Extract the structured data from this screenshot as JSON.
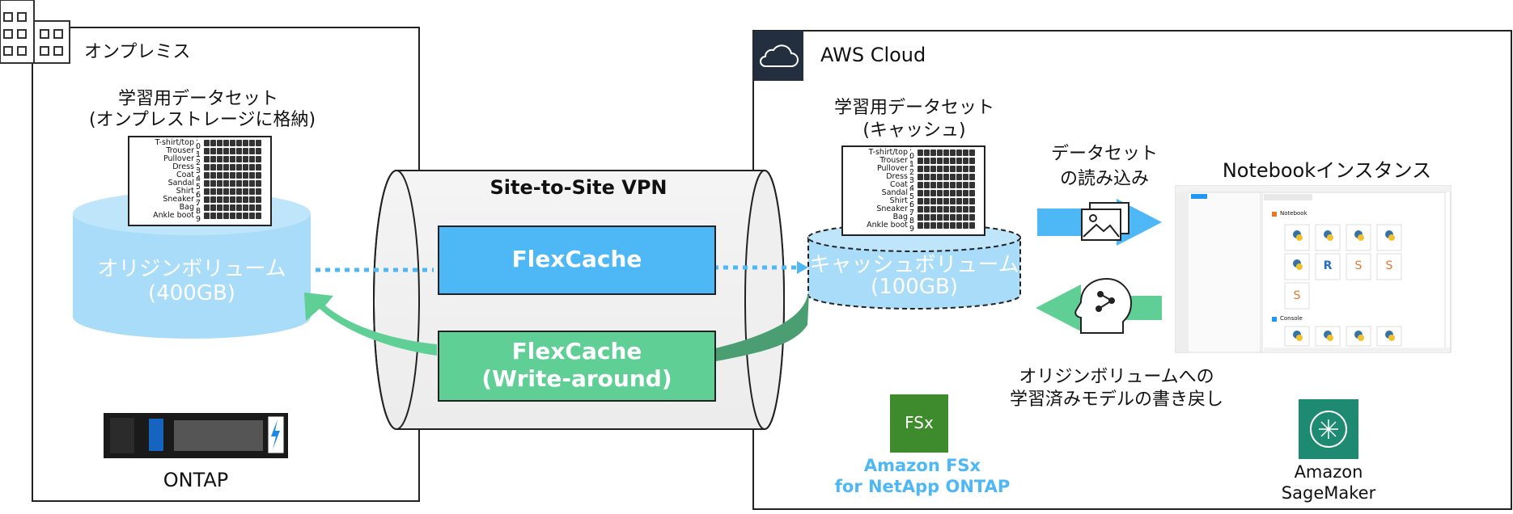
{
  "onprem": {
    "title": "オンプレミス",
    "dataset_caption_line1": "学習用データセット",
    "dataset_caption_line2": "(オンプレストレージに格納)",
    "volume_line1": "オリジンボリューム",
    "volume_line2": "(400GB)",
    "device_label": "ONTAP"
  },
  "dataset_rows": [
    {
      "name": "T-shirt/top",
      "idx": ": 0"
    },
    {
      "name": "Trouser",
      "idx": ": 1"
    },
    {
      "name": "Pullover",
      "idx": ": 2"
    },
    {
      "name": "Dress",
      "idx": ": 3"
    },
    {
      "name": "Coat",
      "idx": ": 4"
    },
    {
      "name": "Sandal",
      "idx": ": 5"
    },
    {
      "name": "Shirt",
      "idx": ": 6"
    },
    {
      "name": "Sneaker",
      "idx": ": 7"
    },
    {
      "name": "Bag",
      "idx": ": 8"
    },
    {
      "name": "Ankle boot",
      "idx": ": 9"
    }
  ],
  "vpn": {
    "title": "Site-to-Site VPN",
    "flexcache": "FlexCache",
    "writearound_line1": "FlexCache",
    "writearound_line2": "(Write-around)"
  },
  "aws": {
    "title": "AWS Cloud",
    "dataset_caption_line1": "学習用データセット",
    "dataset_caption_line2": "(キャッシュ)",
    "volume_line1": "キャッシュボリューム",
    "volume_line2": "(100GB)",
    "read_line1": "データセット",
    "read_line2": "の読み込み",
    "notebook_title": "Notebookインスタンス",
    "writeback_line1": "オリジンボリュームへの",
    "writeback_line2": "学習済みモデルの書き戻し",
    "fsx_line1": "Amazon FSx",
    "fsx_line2": "for NetApp ONTAP",
    "fsx_icon_text": "FSx",
    "sagemaker_line1": "Amazon",
    "sagemaker_line2": "SageMaker"
  },
  "notebook": {
    "section_notebook": "Notebook",
    "section_console": "Console"
  },
  "colors": {
    "volume_fill": "#a9dcf8",
    "flexcache": "#4db8f5",
    "writearound": "#5fcf95",
    "dark_green": "#4a9e72",
    "fsx_icon": "#3d8b2c",
    "sagemaker_icon": "#1f8a72",
    "fsx_text": "#4db8f5"
  }
}
